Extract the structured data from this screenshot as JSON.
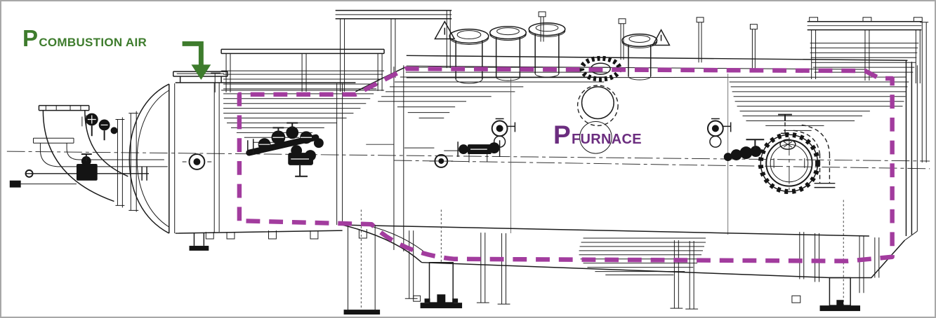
{
  "window": {
    "type": "engineering-line-drawing-screenshot",
    "subject": "furnace / fire-tube boiler side elevation with pressure annotations",
    "background": "#ffffff",
    "frame_border": "#a8a8a8"
  },
  "labels": {
    "combustion_air": {
      "symbol": "P",
      "subscript": "COMBUSTION AIR"
    },
    "furnace": {
      "symbol": "P",
      "subscript": "FURNACE"
    }
  },
  "colors": {
    "combustion_air_accent": "#3E7C2D",
    "furnace_label": "#6B2D7F",
    "furnace_boundary_dash": "#A23C9E",
    "linework": "#1b1b1b",
    "frame": "#a8a8a8"
  },
  "annotations": {
    "combustion_air_arrow": {
      "shape": "elbow-arrow-down",
      "points_at": "combustion air inlet nozzle",
      "color_ref": "combustion_air_accent"
    },
    "furnace_boundary": {
      "shape": "closed-dashed-outline",
      "encloses": "furnace pressure region",
      "color_ref": "furnace_boundary_dash"
    }
  },
  "icons": [
    {
      "name": "warning-triangle-icon",
      "count": 2
    }
  ]
}
